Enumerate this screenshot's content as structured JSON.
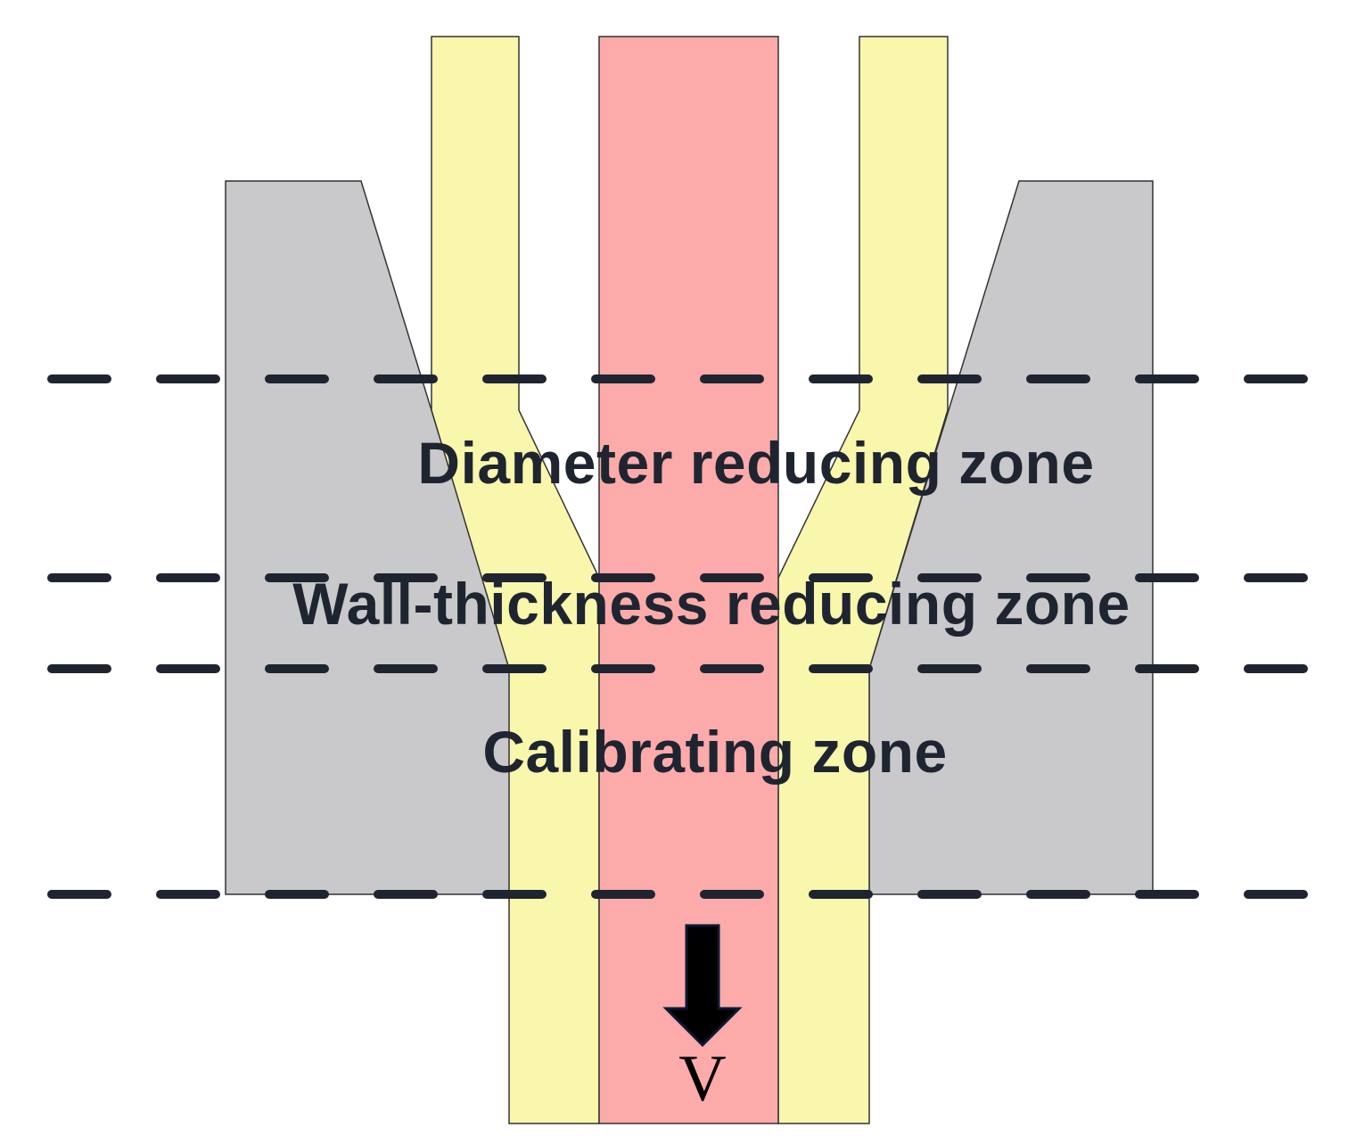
{
  "labels": {
    "diameter_zone": "Diameter reducing zone",
    "wall_zone": "Wall-thickness reducing zone",
    "calibrating_zone": "Calibrating zone",
    "velocity": "V"
  },
  "colors": {
    "die": "#c9c9cb",
    "tube_wall": "#f9f7ac",
    "mandrel": "#fdaaab",
    "dashed_line": "#1e2530",
    "text": "#1e2530",
    "arrow": "#000000"
  }
}
